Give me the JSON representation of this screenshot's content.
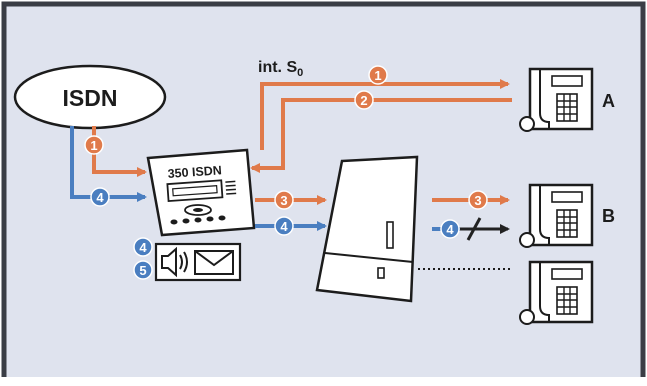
{
  "diagram": {
    "isdn_label": "ISDN",
    "bus_label_main": "int. S",
    "bus_label_sub": "0",
    "pbx_label": "350 ISDN",
    "phone_a_label": "A",
    "phone_b_label": "B",
    "markers": {
      "isdn_to_pbx": "1",
      "pbx_to_phone_a": "1",
      "phone_a_to_pbx": "2",
      "pbx_to_switch": "3",
      "switch_to_phone_b": "3",
      "isdn_to_pbx_blue": "4",
      "pbx_to_switch_blue": "4",
      "blocked_to_phone_b": "4",
      "voice_unit": "4",
      "message_unit": "5"
    },
    "colors": {
      "background": "#dfe3ee",
      "frame": "#3a3d45",
      "orange": "#e07a4a",
      "blue": "#4a7ec0",
      "device_stroke": "#1c1c1c",
      "device_fill": "#ffffff"
    },
    "icons": [
      "speaker-icon",
      "envelope-icon"
    ]
  }
}
